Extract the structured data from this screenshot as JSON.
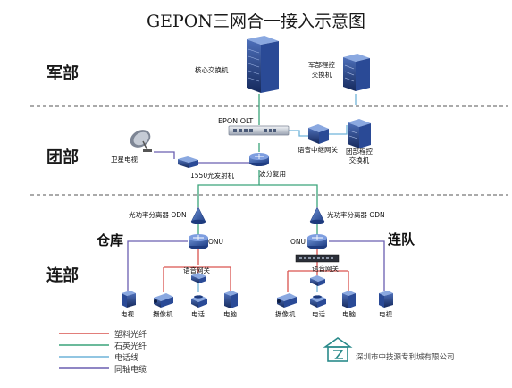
{
  "title": "GEPON三网合一接入示意图",
  "zones": {
    "army": "军部",
    "regiment": "团部",
    "company": "连部"
  },
  "units": {
    "storehouse": "仓库",
    "squad": "连队"
  },
  "devices": {
    "core_switch": "核心交换机",
    "army_pbx_line1": "军部程控",
    "army_pbx_line2": "交换机",
    "olt": "EPON OLT",
    "satellite": "卫星电视",
    "voice_trunk_gateway": "语音中继网关",
    "regiment_pbx_line1": "团部程控",
    "regiment_pbx_line2": "交换机",
    "transmitter": "1550光发射机",
    "wdm": "波分复用",
    "splitter_left": "光功率分离器 ODN",
    "splitter_right": "光功率分离器 ODN",
    "onu_left": "ONU",
    "onu_right": "ONU",
    "voice_gw_left": "语音网关",
    "voice_gw_right": "语音网关",
    "left_tv": "电视",
    "left_camera": "摄像机",
    "left_phone": "电话",
    "left_pc": "电脑",
    "right_camera": "摄像机",
    "right_phone": "电话",
    "right_pc": "电脑",
    "right_tv": "电视"
  },
  "legend": [
    {
      "label": "塑料光纤",
      "color": "#d9534f"
    },
    {
      "label": "石英光纤",
      "color": "#3aa37a"
    },
    {
      "label": "电话线",
      "color": "#6fb3d9"
    },
    {
      "label": "同轴电缆",
      "color": "#6a5fb0"
    }
  ],
  "footer": {
    "company": "深圳市中技源专利城有限公司"
  },
  "colors": {
    "plastic_fiber": "#d9534f",
    "quartz_fiber": "#3aa37a",
    "phone_line": "#6fb3d9",
    "coax": "#6a5fb0",
    "device_blue": "#2f5aa8",
    "device_dark": "#1e3a78"
  }
}
